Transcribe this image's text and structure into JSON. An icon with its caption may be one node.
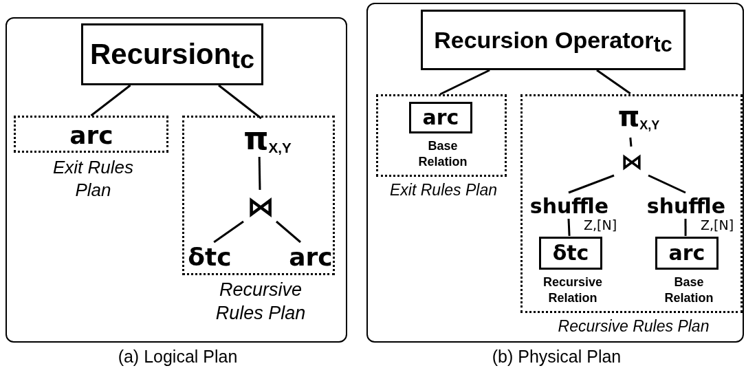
{
  "diagram": {
    "nodes": [
      {
        "text": [],
        "shape": "box",
        "beside": [
          "(a) Logical Plan"
        ]
      },
      {
        "text": [
          "Recursion$_{tc}$"
        ],
        "in": 0
      },
      {
        "text": [
          "Exit Rules Plan"
        ],
        "in": 0
      },
      {
        "text": [
          "arc"
        ],
        "in": 2
      },
      {
        "text": [
          "Recursive Rules Plan"
        ],
        "in": 0
      },
      {
        "text": [
          "π$_{X,Y}$"
        ],
        "in": 4
      },
      {
        "text": [
          "⋈"
        ],
        "in": 4
      },
      {
        "text": [
          "δtc"
        ],
        "in": 4
      },
      {
        "text": [
          "arc"
        ],
        "in": 4
      },
      {
        "text": [],
        "shape": "box",
        "beside": [
          "(b) Physical Plan"
        ]
      },
      {
        "text": [
          "Recursion Operator$_{tc}$"
        ],
        "in": 9
      },
      {
        "text": [
          "Exit Rules Plan"
        ],
        "in": 9
      },
      {
        "text": [
          "arc",
          "Base Relation"
        ],
        "in": 11
      },
      {
        "text": [
          "Recursive Rules Plan"
        ],
        "in": 9
      },
      {
        "text": [
          "π$_{X,Y}$"
        ],
        "in": 13
      },
      {
        "text": [
          "⋈"
        ],
        "in": 13
      },
      {
        "text": [
          "shuffle"
        ],
        "in": 13
      },
      {
        "text": [
          "shuffle"
        ],
        "in": 13
      },
      {
        "text": [
          "δtc",
          "Recursive Relation"
        ],
        "in": 13
      },
      {
        "text": [
          "arc",
          "Base Relation"
        ],
        "in": 13
      }
    ],
    "edges": [
      {
        "from": 1,
        "to": 2,
        "arrow": "none"
      },
      {
        "from": 1,
        "to": 5,
        "arrow": "none"
      },
      {
        "from": 5,
        "to": 6,
        "arrow": "none"
      },
      {
        "from": 6,
        "to": 7,
        "arrow": "none"
      },
      {
        "from": 6,
        "to": 8,
        "arrow": "none"
      },
      {
        "from": 10,
        "to": 11,
        "arrow": "none"
      },
      {
        "from": 10,
        "to": 14,
        "arrow": "none"
      },
      {
        "from": 14,
        "to": 15,
        "arrow": "none"
      },
      {
        "from": 15,
        "to": 16,
        "arrow": "none"
      },
      {
        "from": 15,
        "to": 17,
        "arrow": "none"
      },
      {
        "from": 16,
        "to": 18,
        "label": "Z,[N]",
        "arrow": "none"
      },
      {
        "from": 17,
        "to": 19,
        "label": "Z,[N]",
        "arrow": "none"
      }
    ]
  }
}
